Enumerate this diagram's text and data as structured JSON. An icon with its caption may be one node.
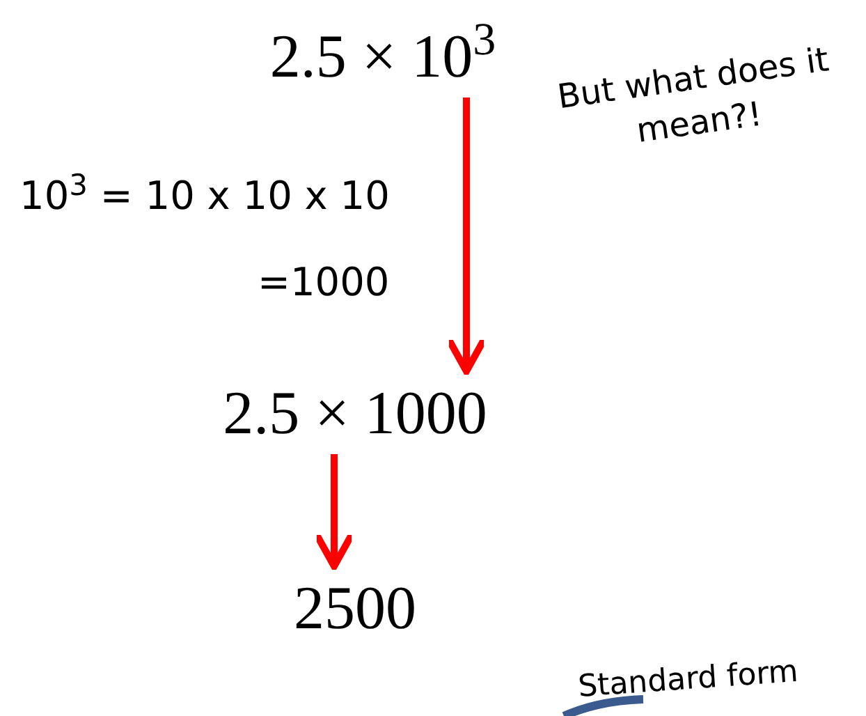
{
  "diagram": {
    "nodes": [
      {
        "text": [
          "2.5 × 10$^{3}$"
        ]
      },
      {
        "text": [
          "2.5 × 1000"
        ]
      },
      {
        "text": [
          "2500"
        ]
      }
    ],
    "edges": [
      {
        "from": 0,
        "to": 1,
        "arrow": "to"
      },
      {
        "from": 1,
        "to": 2,
        "arrow": "to"
      }
    ],
    "labels": [
      "But what does it mean?!",
      "10$^{3}$ = 10 x 10 x 10",
      "=1000",
      "Standard form"
    ]
  }
}
